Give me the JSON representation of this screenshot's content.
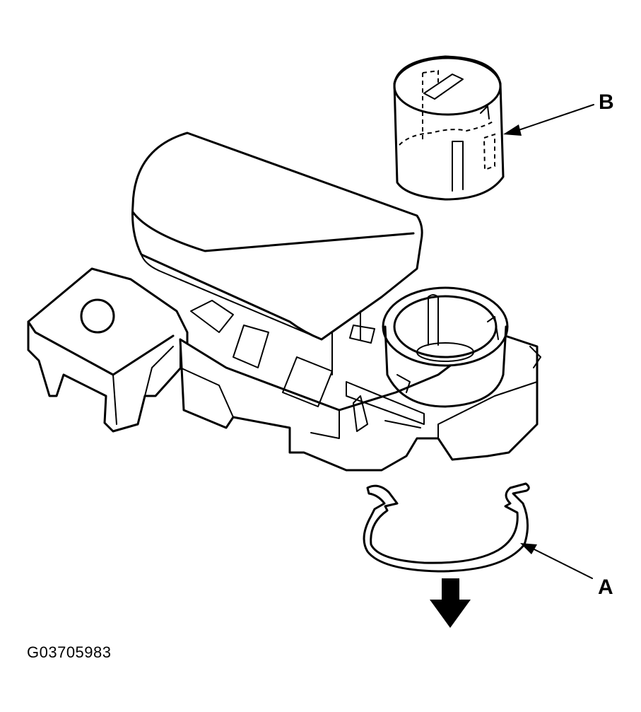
{
  "labels": {
    "a": "A",
    "b": "B"
  },
  "figure_id": "G03705983"
}
